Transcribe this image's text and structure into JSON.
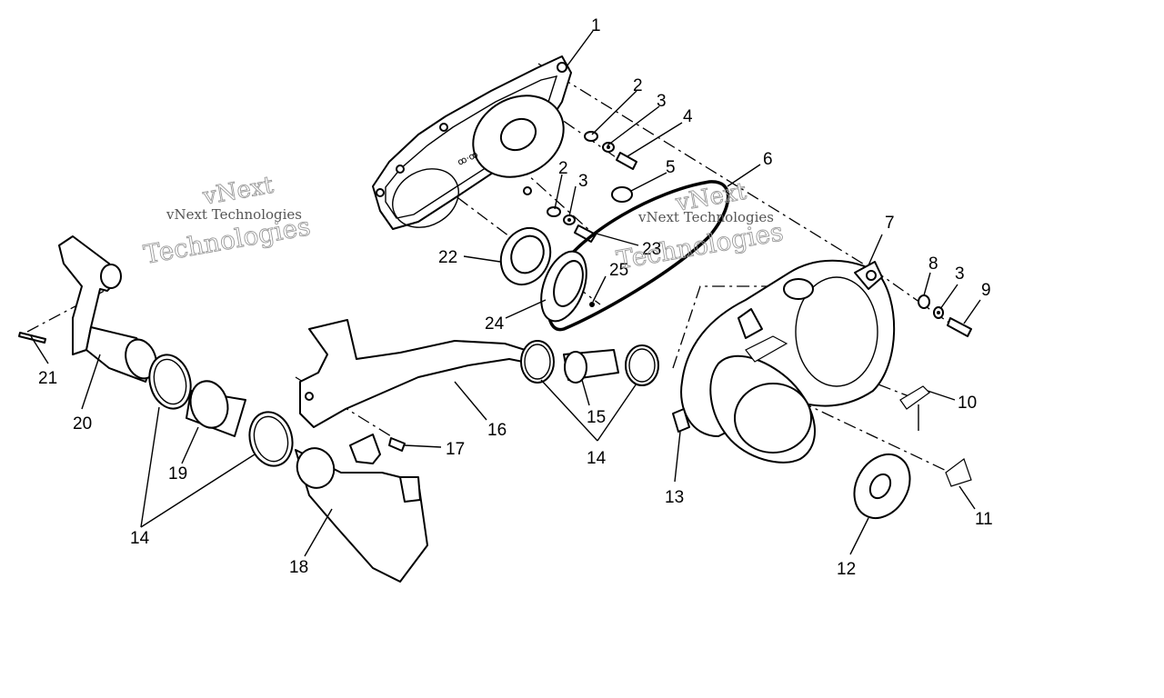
{
  "labels": {
    "n1": "1",
    "n2a": "2",
    "n3a": "3",
    "n4": "4",
    "n5": "5",
    "n6": "6",
    "n2b": "2",
    "n3b": "3",
    "n7": "7",
    "n8": "8",
    "n3c": "3",
    "n9": "9",
    "n22": "22",
    "n23": "23",
    "n25": "25",
    "n24": "24",
    "n21": "21",
    "n20": "20",
    "n16": "16",
    "n15": "15",
    "n14a": "14",
    "n10": "10",
    "n13": "13",
    "n17": "17",
    "n19": "19",
    "n11": "11",
    "n14b": "14",
    "n12": "12",
    "n18": "18"
  },
  "watermark": {
    "small_left": "vNext Technologies",
    "big_left_1": "vNext",
    "big_left_2": "Technologies",
    "small_right": "vNext Technologies",
    "big_right_1": "vNext",
    "big_right_2": "Technologies"
  },
  "colors": {
    "line": "#000000",
    "background": "#ffffff",
    "watermark": "#9a9a9a"
  }
}
